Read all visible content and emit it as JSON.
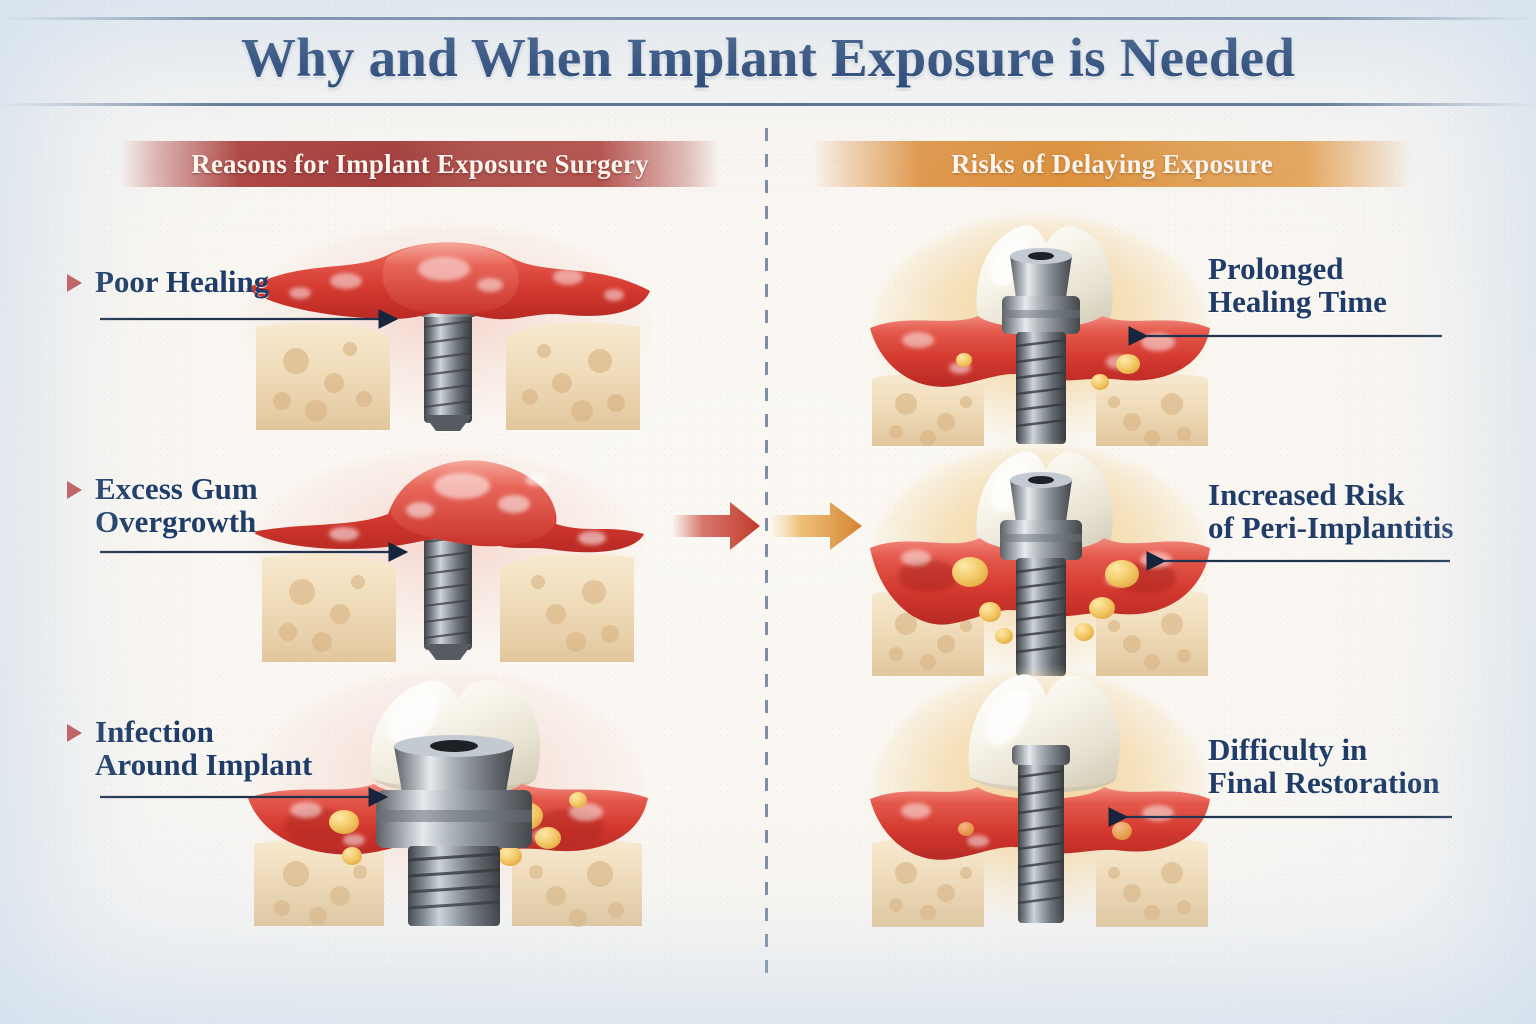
{
  "page": {
    "title": "Why and When Implant Exposure is Needed",
    "background_color": "#f7f5f0",
    "title_color": "#1b3b6b"
  },
  "columns": {
    "left": {
      "header": "Reasons for Implant Exposure Surgery",
      "header_color": "#a4413f",
      "bullet_color": "#c0504d",
      "items": [
        {
          "line1": "Poor Healing",
          "line2": ""
        },
        {
          "line1": "Excess Gum",
          "line2": "Overgrowth"
        },
        {
          "line1": "Infection",
          "line2": "Around Implant"
        }
      ]
    },
    "right": {
      "header": "Risks of Delaying Exposure",
      "header_color": "#dd923f",
      "items": [
        {
          "line1": "Prolonged",
          "line2": "Healing Time"
        },
        {
          "line1": "Increased Risk",
          "line2": "of Peri-Implantitis"
        },
        {
          "line1": "Difficulty in",
          "line2": "Final Restoration"
        }
      ]
    }
  },
  "divider": {
    "style": "dashed-vertical",
    "color": "#7d8fa6"
  },
  "transition_arrows": [
    {
      "name": "red-arrow",
      "color": "#cc4b3e",
      "direction": "right"
    },
    {
      "name": "orange-arrow",
      "color": "#dd9140",
      "direction": "right"
    }
  ],
  "illustrations": {
    "left": [
      {
        "name": "implant-covered-by-gum",
        "has_crown": false,
        "gum_state": "overgrown-covering-implant"
      },
      {
        "name": "implant-with-excess-gum",
        "has_crown": false,
        "gum_state": "thick-bulging-gum"
      },
      {
        "name": "implant-with-infection",
        "has_crown": true,
        "gum_state": "inflamed-infected"
      }
    ],
    "right": [
      {
        "name": "implant-prolonged-healing",
        "has_crown": true,
        "gum_state": "inflamed"
      },
      {
        "name": "implant-peri-implantitis",
        "has_crown": true,
        "gum_state": "severely-inflamed-bone-loss"
      },
      {
        "name": "implant-difficult-restoration",
        "has_crown": true,
        "gum_state": "receded-inflamed"
      }
    ]
  }
}
